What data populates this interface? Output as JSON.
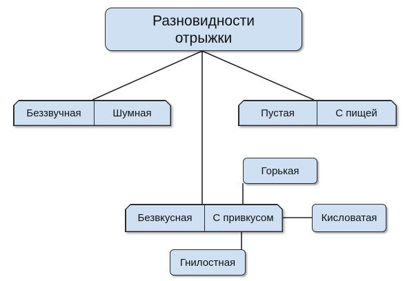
{
  "root": {
    "line1": "Разновидности",
    "line2": "отрыжки"
  },
  "group_sound": {
    "left": "Беззвучная",
    "right": "Шумная"
  },
  "group_content": {
    "left": "Пустая",
    "right": "С пищей"
  },
  "group_taste": {
    "left": "Безвкусная",
    "right": "С привкусом"
  },
  "taste_types": {
    "bitter": "Горькая",
    "sour": "Кисловатая",
    "putrid": "Гнилостная"
  },
  "colors": {
    "box_fill": "#cfe0f3",
    "border": "#2b2b2b",
    "line": "#222222"
  }
}
